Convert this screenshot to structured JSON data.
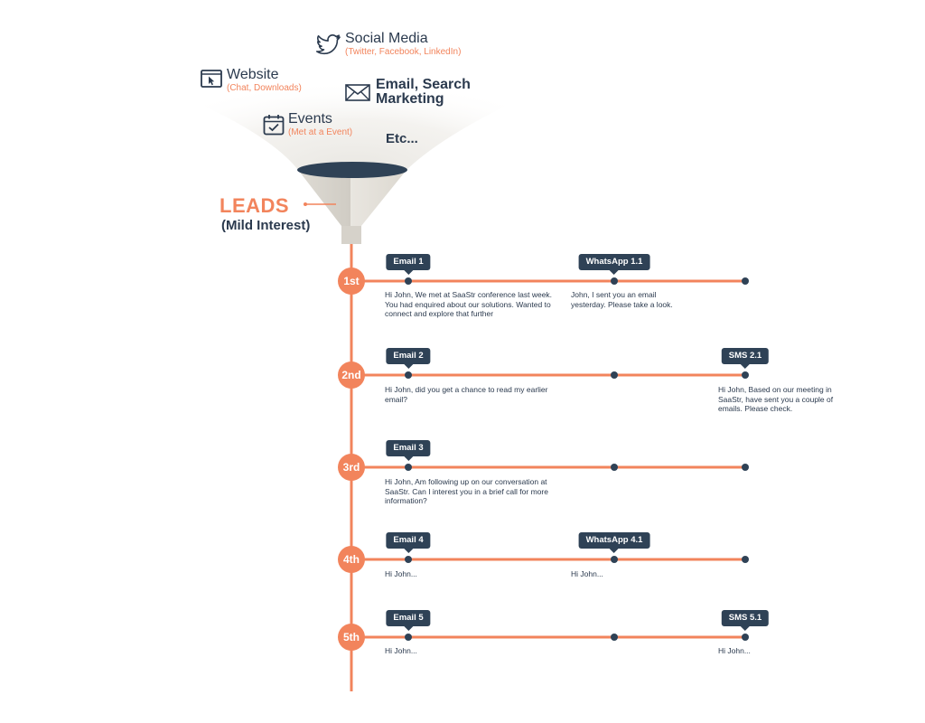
{
  "sources": [
    {
      "id": "social",
      "title": "Social Media",
      "sub": "(Twitter, Facebook, LinkedIn)",
      "icon": "twitter-icon"
    },
    {
      "id": "website",
      "title": "Website",
      "sub": "(Chat, Downloads)",
      "icon": "browser-icon"
    },
    {
      "id": "email",
      "title": "Email, Search Marketing",
      "sub": "",
      "icon": "envelope-icon"
    },
    {
      "id": "events",
      "title": "Events",
      "sub": "(Met at a Event)",
      "icon": "calendar-icon"
    }
  ],
  "etc": "Etc...",
  "leads": {
    "title": "LEADS",
    "sub": "(Mild Interest)"
  },
  "colors": {
    "accent": "#f2845c",
    "dark": "#2f4256",
    "text": "#2b3a4e"
  },
  "steps": [
    {
      "label": "1st",
      "primary": {
        "tag": "Email 1",
        "text": "Hi John, We met at SaaStr conference last week. You had enquired about our solutions. Wanted to connect and explore that further"
      },
      "middle": {
        "tag": "WhatsApp 1.1",
        "text": "John, I sent you an email yesterday. Please take a look."
      },
      "right": {
        "tag": "",
        "text": ""
      }
    },
    {
      "label": "2nd",
      "primary": {
        "tag": "Email 2",
        "text": "Hi John, did you get a chance to read my earlier email?"
      },
      "middle": {
        "tag": "",
        "text": ""
      },
      "right": {
        "tag": "SMS 2.1",
        "text": "Hi John, Based on our meeting in SaaStr, have sent you a couple of emails. Please check."
      }
    },
    {
      "label": "3rd",
      "primary": {
        "tag": "Email 3",
        "text": "Hi John, Am following up on our conversation at SaaStr. Can I interest you in a brief call for more information?"
      },
      "middle": {
        "tag": "",
        "text": ""
      },
      "right": {
        "tag": "",
        "text": ""
      }
    },
    {
      "label": "4th",
      "primary": {
        "tag": "Email 4",
        "text": "Hi John..."
      },
      "middle": {
        "tag": "WhatsApp 4.1",
        "text": "Hi John..."
      },
      "right": {
        "tag": "",
        "text": ""
      }
    },
    {
      "label": "5th",
      "primary": {
        "tag": "Email 5",
        "text": "Hi John..."
      },
      "middle": {
        "tag": "",
        "text": ""
      },
      "right": {
        "tag": "SMS 5.1",
        "text": "Hi John..."
      }
    }
  ]
}
